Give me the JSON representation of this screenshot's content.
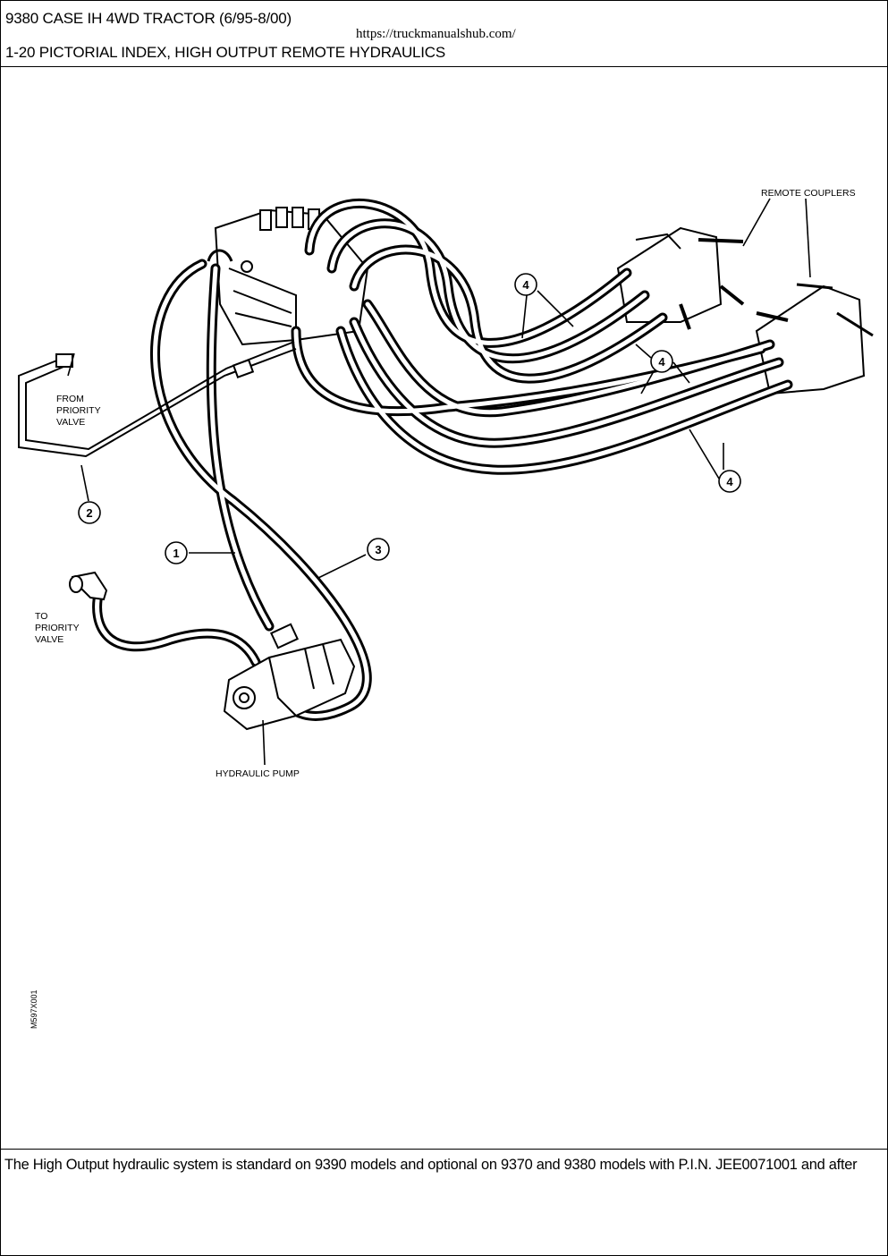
{
  "header": {
    "title": "9380 CASE IH 4WD TRACTOR (6/95-8/00)",
    "url": "https://truckmanualshub.com/",
    "subtitle": "1-20 PICTORIAL INDEX, HIGH OUTPUT REMOTE HYDRAULICS"
  },
  "diagram": {
    "labels": {
      "remote_couplers": "REMOTE COUPLERS",
      "from_priority_1": "FROM",
      "from_priority_2": "PRIORITY",
      "from_priority_3": "VALVE",
      "to_priority_1": "TO",
      "to_priority_2": "PRIORITY",
      "to_priority_3": "VALVE",
      "hydraulic_pump": "HYDRAULIC PUMP",
      "figure_code": "M597X001"
    },
    "callouts": {
      "c1": "1",
      "c2": "2",
      "c3": "3",
      "c4a": "4",
      "c4b": "4",
      "c4c": "4"
    }
  },
  "footer": {
    "text": "The High Output hydraulic system is standard on 9390 models and optional on 9370 and 9380 models with P.I.N. JEE0071001 and after"
  }
}
